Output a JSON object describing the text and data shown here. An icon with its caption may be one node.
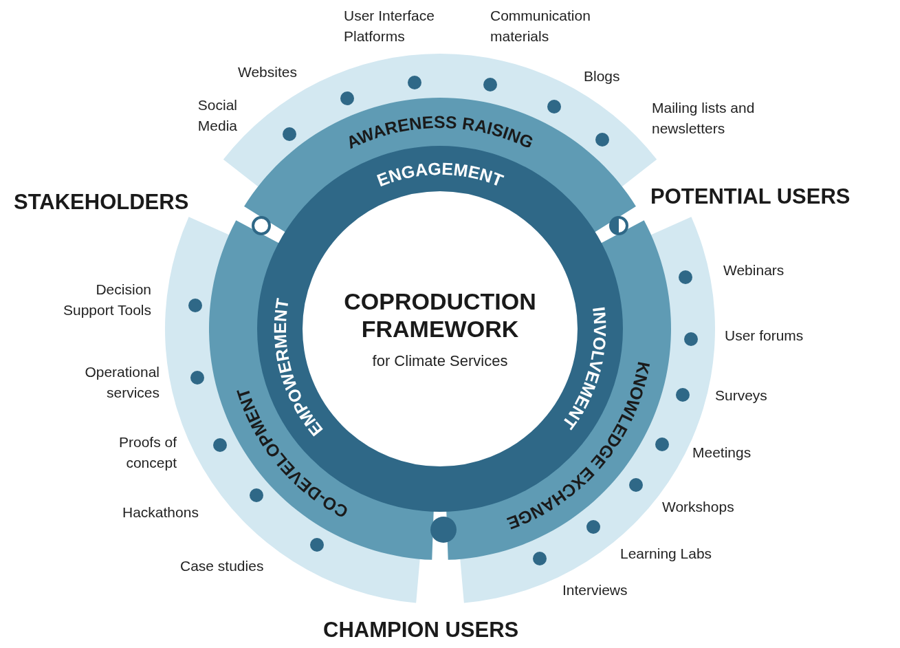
{
  "diagram": {
    "nodes": [
      {
        "text": [
          "COPRODUCTION FRAMEWORK",
          "for Climate Services"
        ]
      },
      {
        "text": [
          "ENGAGEMENT"
        ]
      },
      {
        "text": [
          "INVOLVEMENT"
        ]
      },
      {
        "text": [
          "EMPOWERMENT"
        ]
      },
      {
        "text": [
          "AWARENESS RAISING"
        ],
        "beside": [
          "Social Media",
          "Websites",
          "User Interface Platforms",
          "Communication materials",
          "Blogs",
          "Mailing lists and newsletters"
        ]
      },
      {
        "text": [
          "KNOWLEDGE EXCHANGE"
        ],
        "beside": [
          "Webinars",
          "User forums",
          "Surveys",
          "Meetings",
          "Workshops",
          "Learning Labs",
          "Interviews"
        ]
      },
      {
        "text": [
          "CO-DEVELOPMENT"
        ],
        "beside": [
          "Decision Support Tools",
          "Operational services",
          "Proofs of concept",
          "Hackathons",
          "Case studies"
        ]
      }
    ],
    "labels": [
      "STAKEHOLDERS",
      "POTENTIAL USERS",
      "CHAMPION USERS"
    ]
  }
}
